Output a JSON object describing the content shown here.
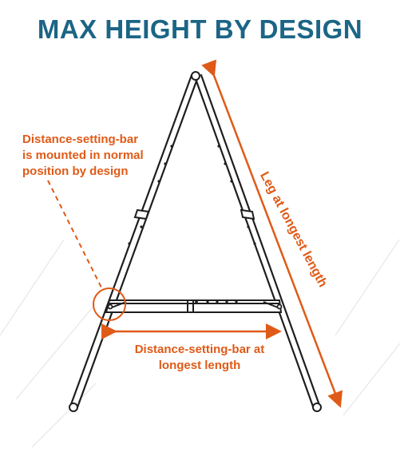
{
  "title": "MAX HEIGHT BY DESIGN",
  "colors": {
    "title": "#1b6586",
    "accent": "#e05a17",
    "frame": "#1e1e1e"
  },
  "labels": {
    "callout_lines": [
      "Distance-setting-bar",
      "is mounted in normal",
      "position by design"
    ],
    "bar_length_lines": [
      "Distance-setting-bar at",
      "longest length"
    ],
    "leg_length": "Leg at longest length"
  }
}
